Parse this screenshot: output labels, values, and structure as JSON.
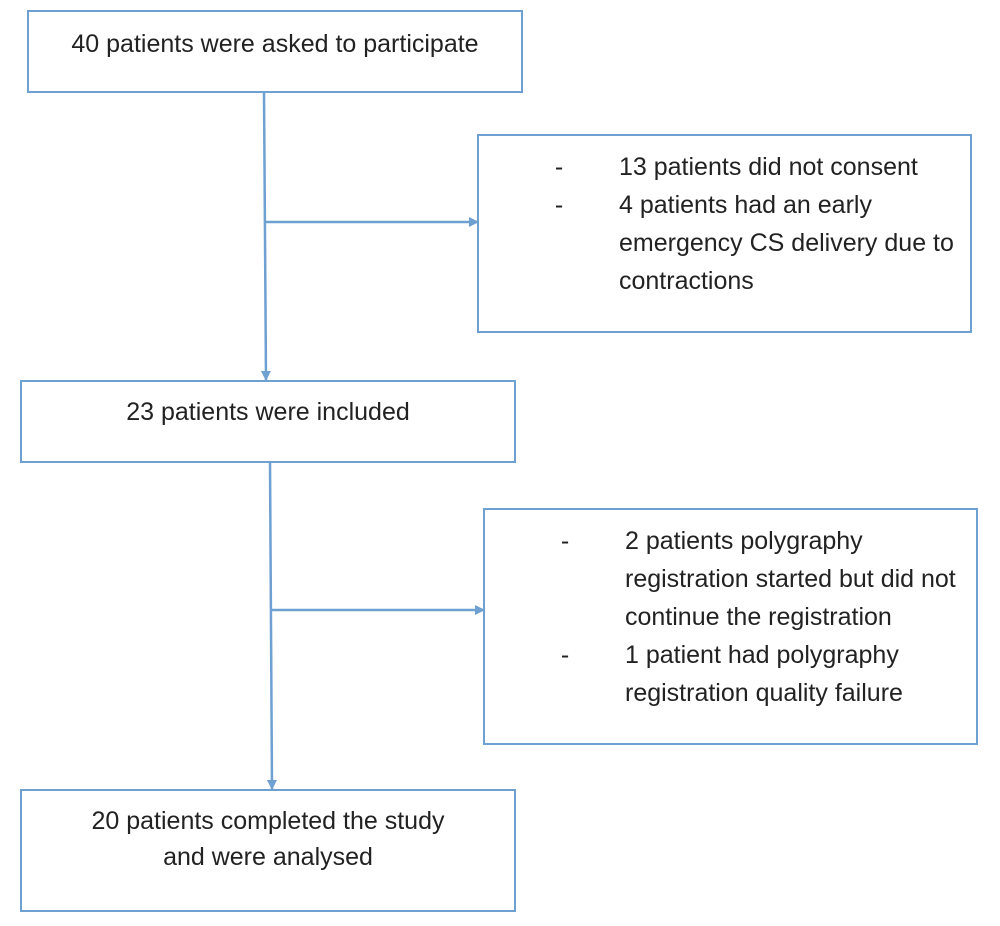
{
  "boxes": {
    "asked": {
      "text": "40 patients were asked to participate"
    },
    "excluded_1": {
      "bullet": "-",
      "items": [
        "13 patients did not consent",
        "4 patients had an early emergency CS delivery due to contractions"
      ]
    },
    "included": {
      "text": "23 patients were included"
    },
    "excluded_2": {
      "bullet": "-",
      "items": [
        "2 patients polygraphy registration started but did not continue the registration",
        "1 patient had polygraphy registration quality failure"
      ]
    },
    "completed": {
      "text": "20 patients completed the study and were analysed"
    }
  },
  "colors": {
    "line": "#6fa0d2",
    "border": "#6fa0d2",
    "text": "#222222"
  }
}
